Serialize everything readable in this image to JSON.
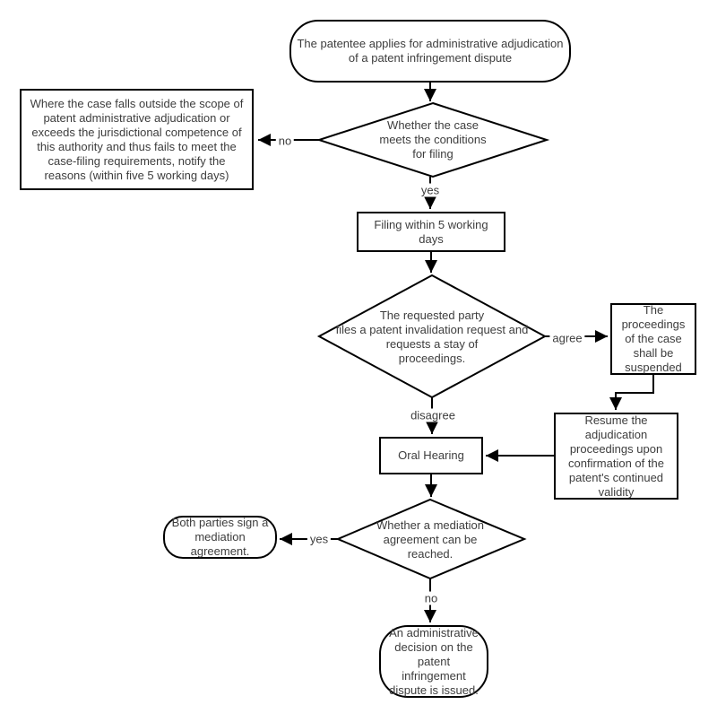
{
  "diagram": {
    "title": "Patent infringement dispute administrative adjudication flowchart",
    "nodes": {
      "start": "The patentee applies for administrative adjudication\nof a patent infringement dispute",
      "filing_condition": "Whether the case\nmeets the conditions\nfor filing",
      "notify_reasons": "Where the case falls outside the scope of\npatent administrative adjudication or\nexceeds the jurisdictional competence of\nthis authority and thus fails to meet the\ncase-filing requirements, notify the\nreasons (within five 5 working days)",
      "filing": "Filing within 5 working\ndays",
      "invalidation_request": "The requested party\nfiles a patent invalidation request and\nrequests a stay of\nproceedings.",
      "suspended": "The\nproceedings\nof the case\nshall be\nsuspended",
      "resume": "Resume the\nadjudication\nproceedings upon\nconfirmation of the\npatent's continued\nvalidity",
      "oral_hearing": "Oral Hearing",
      "mediation_condition": "Whether a mediation\nagreement can be\nreached.",
      "sign_mediation": "Both parties sign a\nmediation\nagreement.",
      "decision": "An administrative\ndecision on the\npatent\ninfringement\ndispute is issued."
    },
    "edge_labels": {
      "no_filing": "no",
      "yes_filing": "yes",
      "agree": "agree",
      "disagree": "disagree",
      "yes_mediation": "yes",
      "no_mediation": "no"
    },
    "colors": {
      "line": "#000000",
      "border": "#000000",
      "text": "#3d3d3d",
      "node_fill": "#ffffff",
      "background": "#ffffff"
    }
  }
}
